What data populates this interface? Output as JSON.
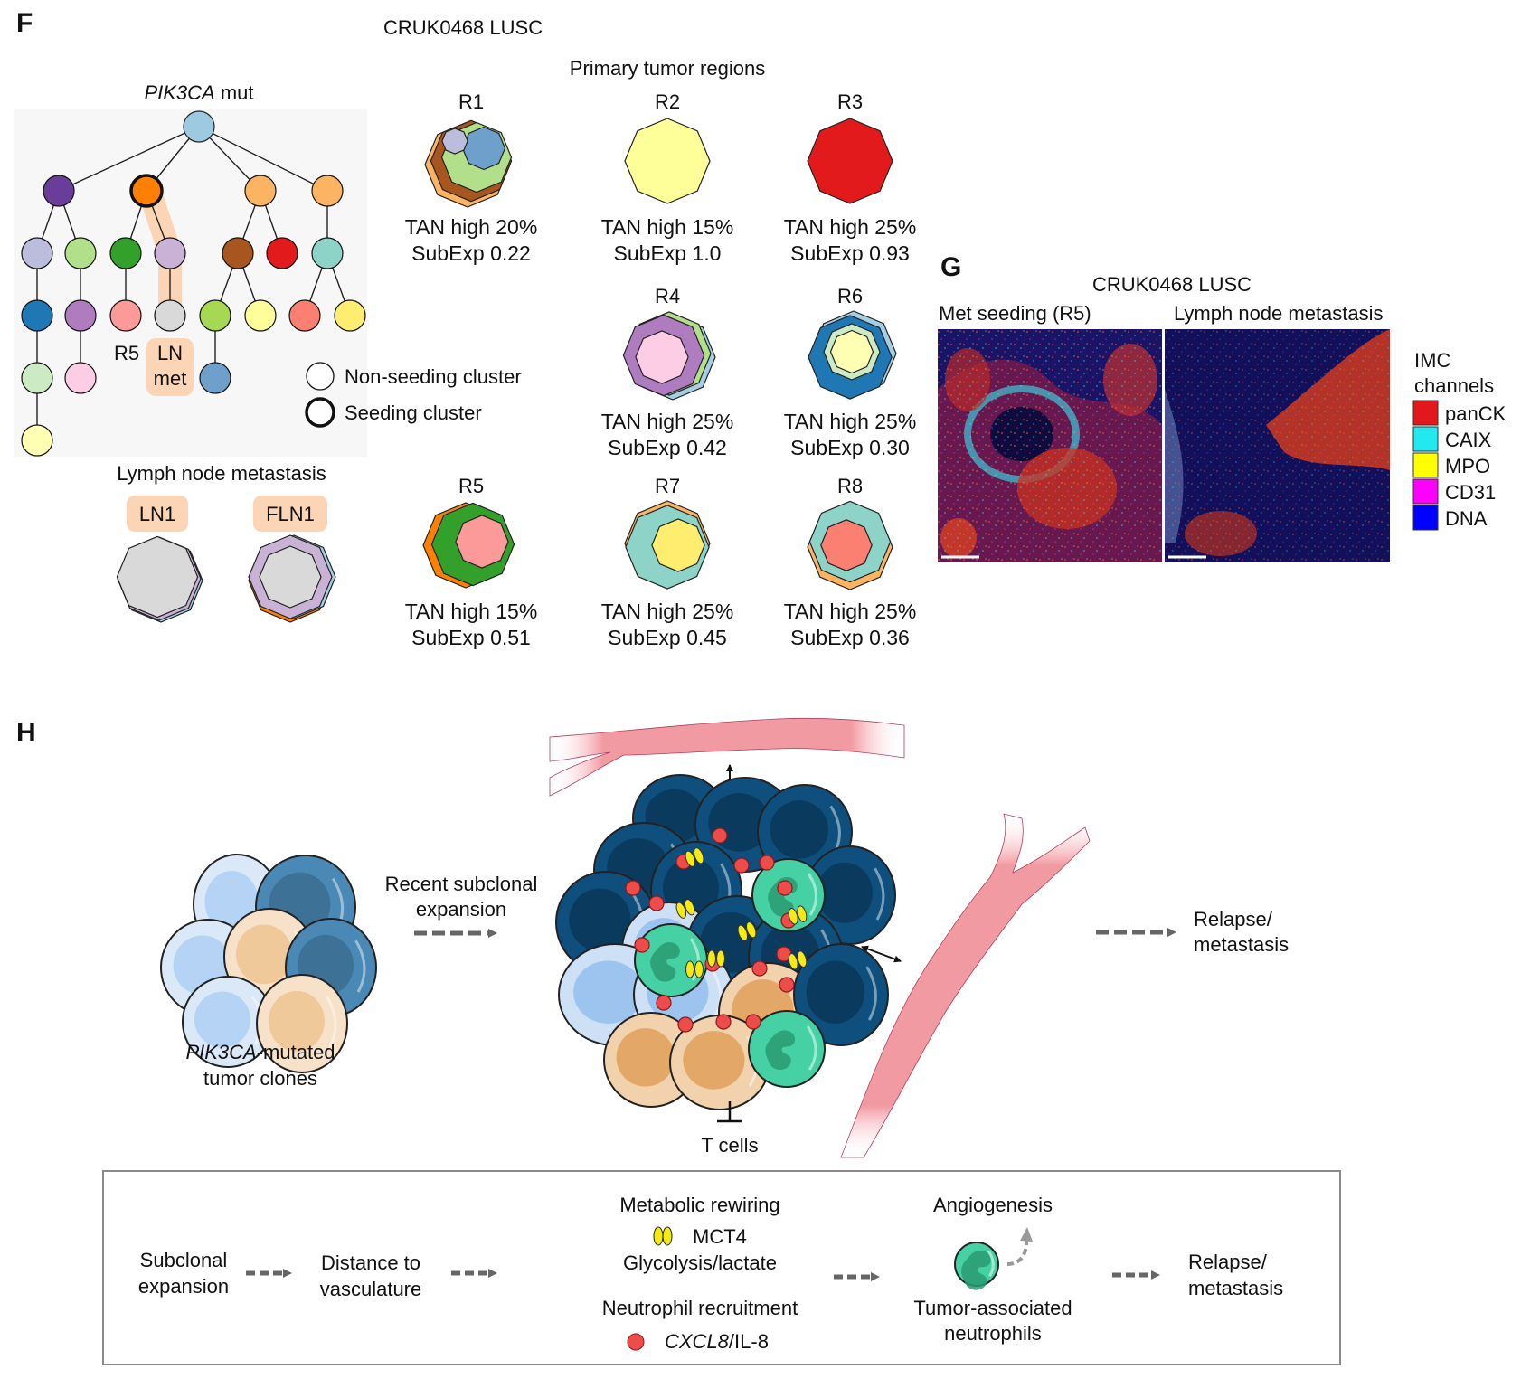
{
  "panels": {
    "F": {
      "letter": "F",
      "case_title": "CRUK0468 LUSC",
      "tree_title_gene": "PIK3CA",
      "tree_title_suffix": " mut",
      "tree": {
        "root": {
          "color": "#9ecae1"
        },
        "nodes": [
          {
            "id": "a",
            "parent": "root",
            "color": "#6a3d9a",
            "seeding": false
          },
          {
            "id": "b",
            "parent": "root",
            "color": "#ff7f00",
            "seeding": true
          },
          {
            "id": "c",
            "parent": "root",
            "color": "#fdb462",
            "seeding": false
          },
          {
            "id": "d",
            "parent": "root",
            "color": "#fdb462",
            "seeding": false
          },
          {
            "id": "a1",
            "parent": "a",
            "color": "#bcbddc",
            "seeding": false
          },
          {
            "id": "a2",
            "parent": "a",
            "color": "#b2df8a",
            "seeding": false
          },
          {
            "id": "b1",
            "parent": "b",
            "color": "#33a02c",
            "seeding": false
          },
          {
            "id": "b2",
            "parent": "b",
            "color": "#cab2d6",
            "seeding": false
          },
          {
            "id": "c1",
            "parent": "c",
            "color": "#a6561e",
            "seeding": false
          },
          {
            "id": "c2",
            "parent": "c",
            "color": "#e31a1c",
            "seeding": false
          },
          {
            "id": "d1",
            "parent": "d",
            "color": "#8dd3c7",
            "seeding": false
          },
          {
            "id": "a1a",
            "parent": "a1",
            "color": "#1f78b4",
            "seeding": false
          },
          {
            "id": "a2a",
            "parent": "a2",
            "color": "#b07cc0",
            "seeding": false
          },
          {
            "id": "b1a",
            "parent": "b1",
            "color": "#fb9a99",
            "seeding": false
          },
          {
            "id": "b2a",
            "parent": "b2",
            "color": "#d9d9d9",
            "seeding": false
          },
          {
            "id": "c1a",
            "parent": "c1",
            "color": "#a6d854",
            "seeding": false
          },
          {
            "id": "c1b",
            "parent": "c1",
            "color": "#ffff99",
            "seeding": false
          },
          {
            "id": "d1a",
            "parent": "d1",
            "color": "#fb8072",
            "seeding": false
          },
          {
            "id": "d1b",
            "parent": "d1",
            "color": "#ffed6f",
            "seeding": false
          },
          {
            "id": "a1a1",
            "parent": "a1a",
            "color": "#ccebc5",
            "seeding": false
          },
          {
            "id": "a2a1",
            "parent": "a2a",
            "color": "#fccde5",
            "seeding": false
          },
          {
            "id": "c1a1",
            "parent": "c1a",
            "color": "#6fa0cc",
            "seeding": false
          },
          {
            "id": "a1a1a",
            "parent": "a1a1",
            "color": "#ffffb3",
            "seeding": false
          }
        ],
        "r5_label": "R5",
        "ln_met_label_line1": "LN",
        "ln_met_label_line2": "met"
      },
      "legend": {
        "non_seeding": "Non-seeding cluster",
        "seeding": "Seeding cluster"
      },
      "primary_title": "Primary tumor regions",
      "regions": [
        {
          "name": "R1",
          "tan_text": "TAN high 20%",
          "subexp_text": "SubExp 0.22",
          "tan_high_pct": 20,
          "subexp": 0.22,
          "layers": [
            "#fdb462",
            "#a6561e",
            "#b2df8a",
            "#6fa0cc",
            "#bcbddc"
          ]
        },
        {
          "name": "R2",
          "tan_text": "TAN high 15%",
          "subexp_text": "SubExp 1.0",
          "tan_high_pct": 15,
          "subexp": 1.0,
          "layers": [
            "#ffff99"
          ]
        },
        {
          "name": "R3",
          "tan_text": "TAN high 25%",
          "subexp_text": "SubExp 0.93",
          "tan_high_pct": 25,
          "subexp": 0.93,
          "layers": [
            "#e31a1c"
          ]
        },
        {
          "name": "R4",
          "tan_text": "TAN high 25%",
          "subexp_text": "SubExp 0.42",
          "tan_high_pct": 25,
          "subexp": 0.42,
          "layers": [
            "#a6cee3",
            "#b2df8a",
            "#b07cc0",
            "#fccde5"
          ]
        },
        {
          "name": "R6",
          "tan_text": "TAN high 25%",
          "subexp_text": "SubExp 0.30",
          "tan_high_pct": 25,
          "subexp": 0.3,
          "layers": [
            "#a6cee3",
            "#1f78b4",
            "#ccebc5",
            "#ffffb3"
          ]
        },
        {
          "name": "R5",
          "tan_text": "TAN high 15%",
          "subexp_text": "SubExp 0.51",
          "tan_high_pct": 15,
          "subexp": 0.51,
          "layers": [
            "#ff7f00",
            "#33a02c",
            "#fb9a99"
          ]
        },
        {
          "name": "R7",
          "tan_text": "TAN high 25%",
          "subexp_text": "SubExp 0.45",
          "tan_high_pct": 25,
          "subexp": 0.45,
          "layers": [
            "#fdb462",
            "#8dd3c7",
            "#ffed6f"
          ]
        },
        {
          "name": "R8",
          "tan_text": "TAN high 25%",
          "subexp_text": "SubExp 0.36",
          "tan_high_pct": 25,
          "subexp": 0.36,
          "layers": [
            "#fdb462",
            "#8dd3c7",
            "#fb8072"
          ]
        }
      ],
      "lymph_title": "Lymph node metastasis",
      "lymph_nodes": [
        {
          "name": "LN1",
          "layers": [
            "#a6cee3",
            "#cab2d6",
            "#d9d9d9"
          ]
        },
        {
          "name": "FLN1",
          "layers": [
            "#ff7f00",
            "#a6cee3",
            "#cab2d6",
            "#d9d9d9"
          ]
        }
      ]
    },
    "G": {
      "letter": "G",
      "case_title": "CRUK0468 LUSC",
      "left_title": "Met seeding (R5)",
      "right_title": "Lymph node metastasis",
      "legend_title_1": "IMC",
      "legend_title_2": "channels",
      "channels": [
        {
          "name": "panCK",
          "color": "#e3181c"
        },
        {
          "name": "CAIX",
          "color": "#22e8ef"
        },
        {
          "name": "MPO",
          "color": "#ffff00"
        },
        {
          "name": "CD31",
          "color": "#ff00ff"
        },
        {
          "name": "DNA",
          "color": "#0000ff"
        }
      ]
    },
    "H": {
      "letter": "H",
      "clones_label_gene": "PIK3CA",
      "clones_label_suffix": "-mutated",
      "clones_label_line2": "tumor clones",
      "expansion_line1": "Recent subclonal",
      "expansion_line2": "expansion",
      "tcells_label": "T cells",
      "relapse_line1": "Relapse/",
      "relapse_line2": "metastasis",
      "summary": {
        "step1_line1": "Subclonal",
        "step1_line2": "expansion",
        "step2_line1": "Distance to",
        "step2_line2": "vasculature",
        "metabolic_title": "Metabolic rewiring",
        "mct4_label": "MCT4",
        "glycolysis_label": "Glycolysis/lactate",
        "neutrophil_title": "Neutrophil recruitment",
        "cxcl8_gene": "CXCL8",
        "cxcl8_suffix": "/IL-8",
        "angiogenesis_label": "Angiogenesis",
        "tan_line1": "Tumor-associated",
        "tan_line2": "neutrophils",
        "relapse_line1": "Relapse/",
        "relapse_line2": "metastasis"
      },
      "colors": {
        "dark_cell": "#0f4f7d",
        "light_cell": "#cde0f5",
        "tan_cell": "#f2d2ad",
        "neutrophil": "#45d1a3",
        "cxcl8_dot": "#ee4b4b",
        "mct4": "#f5ea14",
        "vessel": "#f29aa2",
        "arrow_gray": "#666666"
      }
    }
  }
}
